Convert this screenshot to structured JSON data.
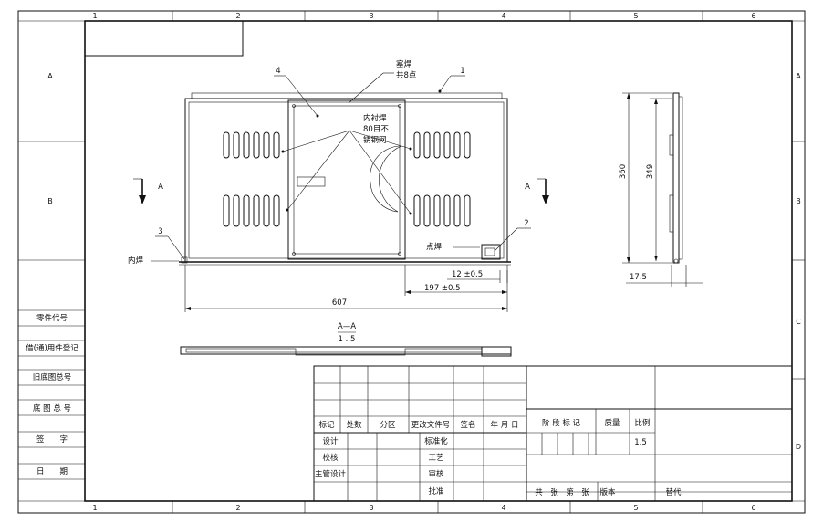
{
  "border": {
    "columns": [
      "1",
      "2",
      "3",
      "4",
      "5",
      "6"
    ],
    "rows": [
      "A",
      "B",
      "C",
      "D"
    ]
  },
  "left_strip": {
    "labels": [
      "零件代号",
      "借(通)用件登记",
      "旧底图总号",
      "底 图 总 号",
      "签　　字",
      "日　　期"
    ]
  },
  "drawing": {
    "callouts": {
      "c1": "1",
      "c2": "2",
      "c3": "3",
      "c4": "4",
      "plug_weld_1": "塞焊",
      "plug_weld_2": "共8点",
      "inner_weld_1": "内衬焊",
      "inner_weld_2": "80目不",
      "inner_weld_3": "锈钢网",
      "inner_weld_left": "内焊",
      "spot_weld": "点焊"
    },
    "section_marks": {
      "left": "A",
      "right": "A"
    },
    "dimensions": {
      "d12": "12 ±0.5",
      "d197": "197 ±0.5",
      "d607": "607",
      "d360": "360",
      "d349": "349",
      "d17_5": "17.5"
    },
    "section_view": {
      "title": "A—A",
      "scale": "1 . 5"
    }
  },
  "title_block": {
    "headers": [
      "标记",
      "处数",
      "分区",
      "更改文件号",
      "签名",
      "年 月 日"
    ],
    "roles_left": [
      "设计",
      "校核",
      "主管设计"
    ],
    "roles_mid": [
      "标准化",
      "工艺",
      "审核",
      "批准"
    ],
    "stage_label": "阶 段 标 记",
    "mass_label": "质量",
    "scale_label": "比例",
    "scale_value": "1.5",
    "sheets_label": "共　张　第　张",
    "version_label": "版本",
    "replace_label": "替代"
  }
}
